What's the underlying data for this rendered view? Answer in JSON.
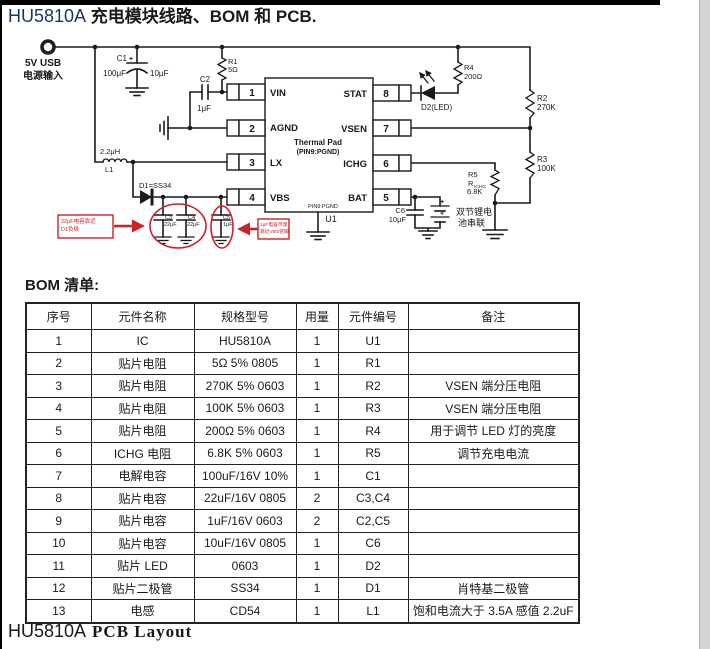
{
  "page": {
    "title_model": "HU5810A",
    "title_rest": "充电模块线路、BOM 和 PCB.",
    "footer_model": "HU5810A",
    "footer_rest": "PCB Layout"
  },
  "colors": {
    "accent_blue": "#17375e",
    "annotation_red": "#cc2127",
    "ink": "#1a1a1a",
    "page_edge_gray": "#d4d4d4"
  },
  "schematic": {
    "input": {
      "line1": "5V USB",
      "line2": "电源输入"
    },
    "c1": {
      "ref": "C1",
      "plus": "+",
      "value": "100μF",
      "aux": "10μF"
    },
    "r1": {
      "ref": "R1",
      "value": "5Ω"
    },
    "c2": {
      "ref": "C2",
      "value": "1μF"
    },
    "l1": {
      "value": "2.2μH",
      "ref": "L1"
    },
    "d1": {
      "label": "D1=SS34"
    },
    "c3": {
      "ref": "C3",
      "value": "22μF"
    },
    "c4": {
      "ref": "C4",
      "value": "22μF"
    },
    "c5": {
      "ref": "C5",
      "value": "1μF"
    },
    "ic": {
      "left_pins": [
        {
          "num": "1",
          "name": "VIN"
        },
        {
          "num": "2",
          "name": "AGND"
        },
        {
          "num": "3",
          "name": "LX"
        },
        {
          "num": "4",
          "name": "VBS"
        }
      ],
      "right_pins": [
        {
          "num": "8",
          "name": "STAT"
        },
        {
          "num": "7",
          "name": "VSEN"
        },
        {
          "num": "6",
          "name": "ICHG"
        },
        {
          "num": "5",
          "name": "BAT"
        }
      ],
      "thermal1": "Thermal Pad",
      "thermal2": "(PIN9:PGND)",
      "pin9": "PIN9:PGND",
      "refdes": "U1"
    },
    "d2": {
      "label": "D2(LED)"
    },
    "r4": {
      "ref": "R4",
      "value": "200Ω"
    },
    "r2": {
      "ref": "R2",
      "value": "270K"
    },
    "r3": {
      "ref": "R3",
      "value": "100K"
    },
    "r5": {
      "ref": "R5",
      "sub_prefix": "R",
      "sub": "ICHG",
      "value": "6.8K"
    },
    "c6": {
      "ref": "C6",
      "value": "10μF"
    },
    "battery": {
      "plus": "+",
      "line1": "双节锂电",
      "line2": "池串联"
    },
    "note_left": {
      "line1": "22μF电容靠近",
      "line2": "D1负极"
    },
    "note_right": {
      "line1": "1μF电容尽量",
      "line2": "靠近VBS管脚"
    }
  },
  "bom": {
    "heading": "BOM 清单:",
    "headers": [
      "序号",
      "元件名称",
      "规格型号",
      "用量",
      "元件编号",
      "备注"
    ],
    "rows": [
      [
        "1",
        "IC",
        "HU5810A",
        "1",
        "U1",
        ""
      ],
      [
        "2",
        "贴片电阻",
        "5Ω 5% 0805",
        "1",
        "R1",
        ""
      ],
      [
        "3",
        "贴片电阻",
        "270K 5% 0603",
        "1",
        "R2",
        "VSEN 端分压电阻"
      ],
      [
        "4",
        "贴片电阻",
        "100K 5% 0603",
        "1",
        "R3",
        "VSEN 端分压电阻"
      ],
      [
        "5",
        "贴片电阻",
        "200Ω 5% 0603",
        "1",
        "R4",
        "用于调节 LED 灯的亮度"
      ],
      [
        "6",
        "ICHG 电阻",
        "6.8K 5% 0603",
        "1",
        "R5",
        "调节充电电流"
      ],
      [
        "7",
        "电解电容",
        "100uF/16V 10%",
        "1",
        "C1",
        ""
      ],
      [
        "8",
        "贴片电容",
        "22uF/16V 0805",
        "2",
        "C3,C4",
        ""
      ],
      [
        "9",
        "贴片电容",
        "1uF/16V 0603",
        "2",
        "C2,C5",
        ""
      ],
      [
        "10",
        "贴片电容",
        "10uF/16V 0805",
        "1",
        "C6",
        ""
      ],
      [
        "11",
        "贴片 LED",
        "0603",
        "1",
        "D2",
        ""
      ],
      [
        "12",
        "贴片二极管",
        "SS34",
        "1",
        "D1",
        "肖特基二极管"
      ],
      [
        "13",
        "电感",
        "CD54",
        "1",
        "L1",
        "饱和电流大于 3.5A 感值 2.2uF"
      ]
    ]
  }
}
